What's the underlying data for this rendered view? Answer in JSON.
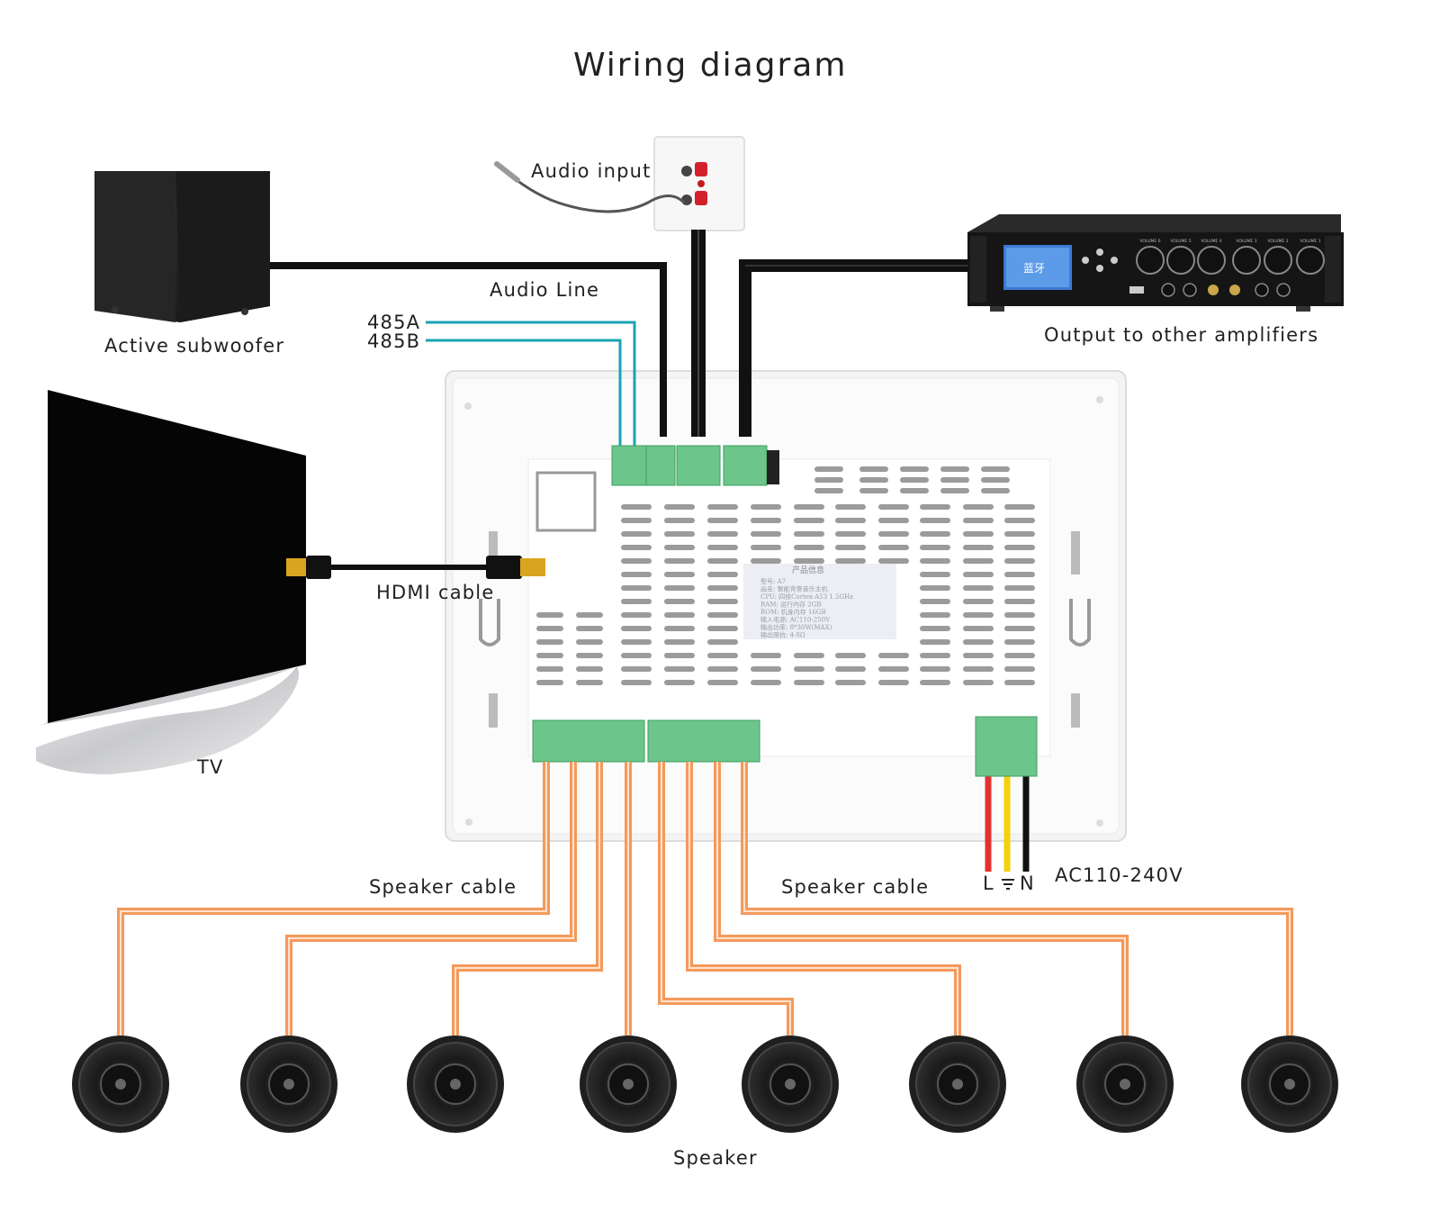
{
  "title": "Wiring diagram",
  "labels": {
    "audio_input": "Audio input",
    "audio_line": "Audio Line",
    "rs485_a": "485A",
    "rs485_b": "485B",
    "active_subwoofer": "Active subwoofer",
    "output_amplifiers": "Output to other amplifiers",
    "tv": "TV",
    "hdmi_cable": "HDMI cable",
    "speaker_cable_left": "Speaker cable",
    "speaker_cable_right": "Speaker cable",
    "speaker": "Speaker",
    "power_l": "L",
    "power_n": "N",
    "power_spec": "AC110-240V"
  },
  "product_label": {
    "heading": "产品信息",
    "lines": [
      "型号: A7",
      "品名: 智能背景音乐主机",
      "CPU: 四核Cortex-A53 1.5GHz",
      "RAM: 运行内存 2GB",
      "ROM: 机身内存 16GB",
      "输入电源: AC110-250V",
      "输出功率: 8*30W(MAX)",
      "输出阻抗: 4-8Ω"
    ]
  },
  "amplifier_screen_text": "蓝牙",
  "amplifier_knob_labels": [
    "VOLUME 6",
    "VOLUME 5",
    "VOLUME 4",
    "VOLUME 3",
    "VOLUME 2",
    "VOLUME 1"
  ],
  "speaker_count": 8,
  "colors": {
    "rs485_wire": "#1aa3b3",
    "audio_wire": "#111111",
    "speaker_wire": "#f39a5c",
    "live_wire": "#e53030",
    "earth_wire": "#f5d10a",
    "neutral_wire": "#111111",
    "terminal_green": "#6cc58a"
  }
}
